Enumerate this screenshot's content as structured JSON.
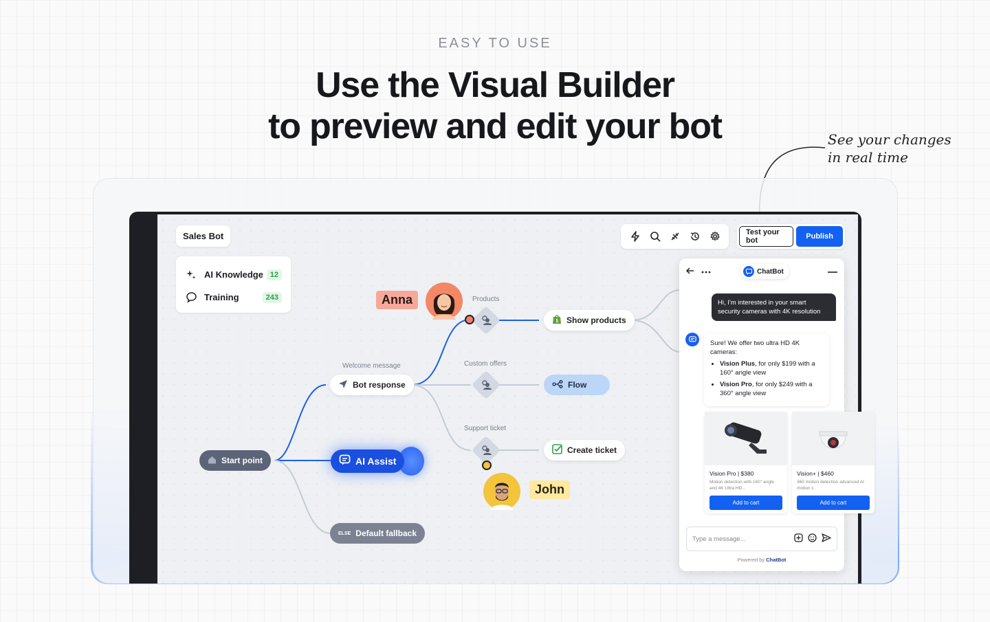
{
  "hero": {
    "eyebrow": "EASY TO USE",
    "headline_line1": "Use the Visual Builder",
    "headline_line2": "to preview and edit your bot",
    "handnote_line1": "See your changes",
    "handnote_line2": "in real time"
  },
  "builder": {
    "bot_name": "Sales Bot",
    "knowledge": [
      {
        "label": "AI Knowledge",
        "count": "12",
        "icon": "sparkle-icon"
      },
      {
        "label": "Training",
        "count": "243",
        "icon": "chat-bubble-icon"
      }
    ],
    "toolbar_icons": [
      "lightning-icon",
      "search-icon",
      "debug-icon",
      "history-icon",
      "gear-icon"
    ],
    "test_button": "Test your bot",
    "publish_button": "Publish"
  },
  "flow": {
    "start": "Start point",
    "welcome_label": "Welcome message",
    "bot_response": "Bot response",
    "ai_assist": "AI Assist",
    "default_fallback_tag": "ELSE",
    "default_fallback": "Default fallback",
    "products_label": "Products",
    "custom_offers_label": "Custom offers",
    "support_ticket_label": "Support ticket",
    "show_products": "Show products",
    "flow_node": "Flow",
    "create_ticket": "Create ticket",
    "user_anna": "Anna",
    "user_john": "John"
  },
  "chat": {
    "title": "ChatBot",
    "user_message": "Hi, I'm interested in your smart security cameras with 4K resolution",
    "bot_intro": "Sure! We offer two ultra HD 4K cameras:",
    "bot_items": [
      {
        "bold": "Vision Plus",
        "rest": ", for only $199 with a 160° angle view"
      },
      {
        "bold": "Vision Pro",
        "rest": ", for only $249 with a 360° angle view"
      }
    ],
    "products": [
      {
        "name": "Vision Pro | $380",
        "desc": "Motion detection with 160° angle and 4K Ultra HD...",
        "cta": "Add to cart"
      },
      {
        "name": "Vision+ | $460",
        "desc": "360 motion detection advanced AI motion c",
        "cta": "Add to cart"
      }
    ],
    "input_placeholder": "Type a message...",
    "powered_by": "Powered by",
    "powered_brand": "ChatBot"
  },
  "colors": {
    "primary": "#1261f2",
    "ai_node": "#1a4fe0",
    "anna_tag": "#f6a99a",
    "john_tag": "#fde9a0",
    "count_green": "#2aa148"
  }
}
